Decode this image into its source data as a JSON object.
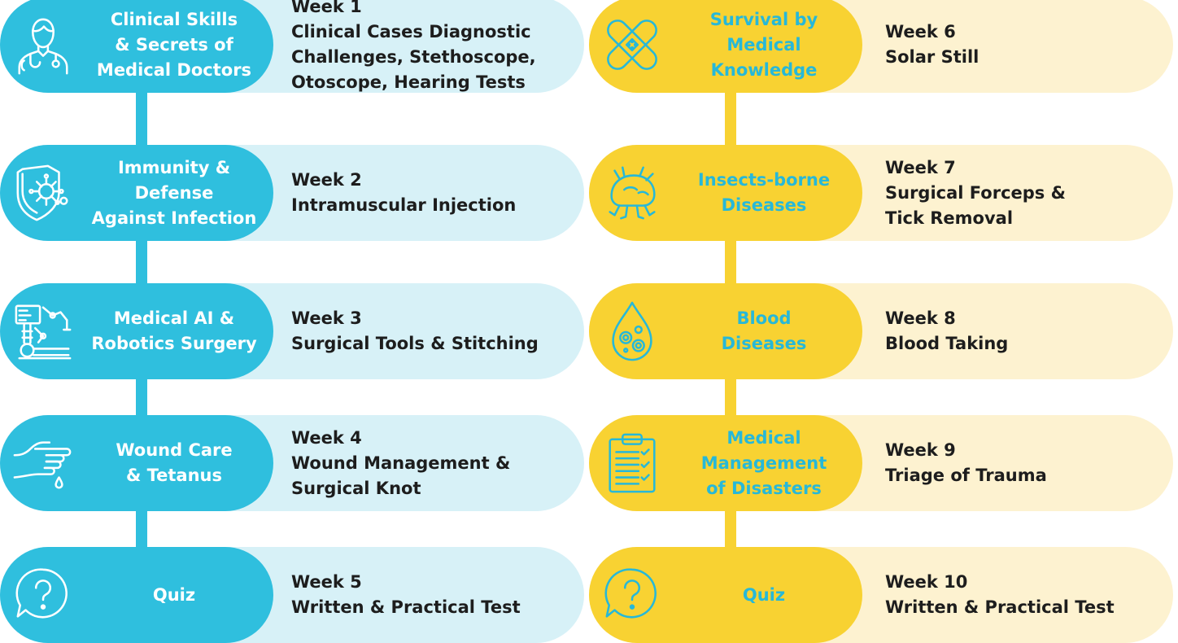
{
  "colors": {
    "left_accent": "#2fbfde",
    "left_light": "#d7f1f7",
    "right_accent": "#f8d232",
    "right_light": "#fdf2d0",
    "left_topic_text": "#ffffff",
    "right_topic_text": "#27b8d8",
    "detail_text": "#1d1d1d"
  },
  "left_column": [
    {
      "icon": "doctor-icon",
      "topic_lines": [
        "Clinical Skills",
        "& Secrets of",
        "Medical Doctors"
      ],
      "week": "Week 1",
      "detail_lines": [
        "Clinical Cases Diagnostic",
        "Challenges, Stethoscope,",
        "Otoscope, Hearing Tests"
      ]
    },
    {
      "icon": "virus-shield-icon",
      "topic_lines": [
        "Immunity &",
        "Defense",
        "Against Infection"
      ],
      "week": "Week 2",
      "detail_lines": [
        "Intramuscular Injection"
      ]
    },
    {
      "icon": "robotic-surgery-icon",
      "topic_lines": [
        "Medical AI &",
        "Robotics Surgery"
      ],
      "week": "Week 3",
      "detail_lines": [
        "Surgical Tools & Stitching"
      ]
    },
    {
      "icon": "wounded-hand-icon",
      "topic_lines": [
        "Wound Care",
        "& Tetanus"
      ],
      "week": "Week 4",
      "detail_lines": [
        "Wound Management &",
        "Surgical Knot"
      ]
    },
    {
      "icon": "question-bubble-icon",
      "topic_lines": [
        "Quiz"
      ],
      "week": "Week 5",
      "detail_lines": [
        "Written & Practical Test"
      ]
    }
  ],
  "right_column": [
    {
      "icon": "bandage-icon",
      "topic_lines": [
        "Survival by",
        "Medical",
        "Knowledge"
      ],
      "week": "Week 6",
      "detail_lines": [
        "Solar Still"
      ]
    },
    {
      "icon": "tick-insect-icon",
      "topic_lines": [
        "Insects-borne",
        "Diseases"
      ],
      "week": "Week 7",
      "detail_lines": [
        "Surgical Forceps &",
        "Tick Removal"
      ]
    },
    {
      "icon": "blood-drop-icon",
      "topic_lines": [
        "Blood",
        "Diseases"
      ],
      "week": "Week 8",
      "detail_lines": [
        "Blood Taking"
      ]
    },
    {
      "icon": "clipboard-checklist-icon",
      "topic_lines": [
        "Medical",
        "Management",
        "of Disasters"
      ],
      "week": "Week 9",
      "detail_lines": [
        "Triage of Trauma"
      ]
    },
    {
      "icon": "question-bubble-icon",
      "topic_lines": [
        "Quiz"
      ],
      "week": "Week 10",
      "detail_lines": [
        "Written & Practical Test"
      ]
    }
  ]
}
